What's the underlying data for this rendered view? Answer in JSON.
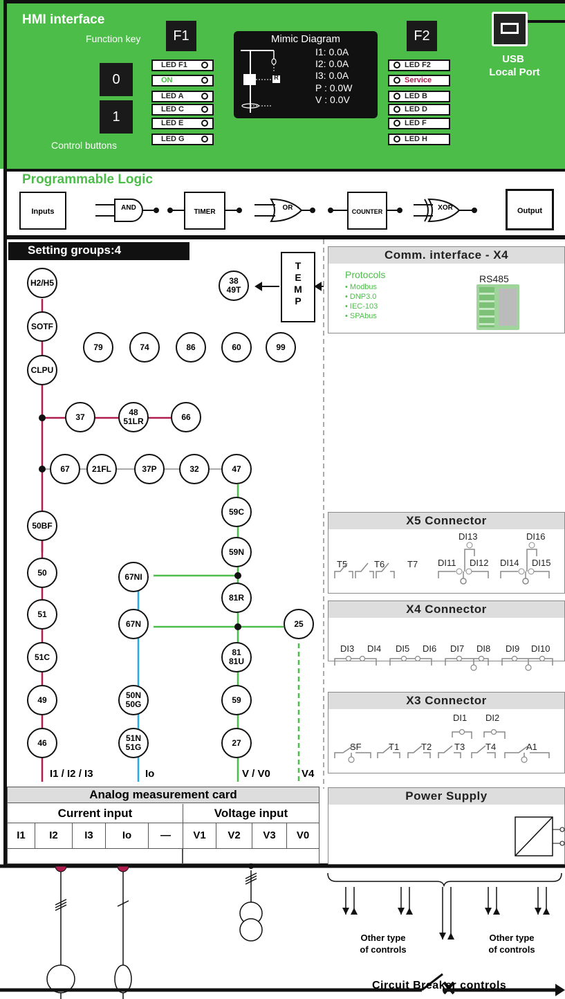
{
  "colors": {
    "green": "#4cbd48",
    "dark": "#111111",
    "crimson": "#b01e4e",
    "blue": "#27a9e1",
    "gray": "#aaaaaa",
    "service": "#b01e4e"
  },
  "hmi": {
    "title": "HMI interface",
    "function_key_label": "Function key",
    "f1": "F1",
    "f2": "F2",
    "control_buttons_label": "Control buttons",
    "button_0": "0",
    "button_1": "1",
    "leds_left": [
      "LED F1",
      "ON",
      "LED A",
      "LED C",
      "LED E",
      "LED G"
    ],
    "leds_right": [
      "LED F2",
      "Service",
      "LED B",
      "LED D",
      "LED F",
      "LED H"
    ],
    "mimic": {
      "title": "Mimic Diagram",
      "values": [
        "I1: 0.0A",
        "I2: 0.0A",
        "I3: 0.0A",
        "P : 0.0W",
        "V : 0.0V"
      ],
      "breaker_tag": "R"
    },
    "usb_label_1": "USB",
    "usb_label_2": "Local Port"
  },
  "prog_logic": {
    "title": "Programmable Logic",
    "inputs": "Inputs",
    "and": "AND",
    "timer": "TIMER",
    "or": "OR",
    "counter": "COUNTER",
    "xor": "XOR",
    "output": "Output"
  },
  "setting_groups": "Setting groups:4",
  "temp_letters": [
    "T",
    "E",
    "M",
    "P"
  ],
  "nodes": {
    "h2h5": "H2/H5",
    "sotf": "SOTF",
    "clpu": "CLPU",
    "n79": "79",
    "n74": "74",
    "n86": "86",
    "n60": "60",
    "n99": "99",
    "n3849t": [
      "38",
      "49T"
    ],
    "n37": "37",
    "n4851lr": [
      "48",
      "51LR"
    ],
    "n66": "66",
    "n67": "67",
    "n21fl": "21FL",
    "n37p": "37P",
    "n32": "32",
    "n47": "47",
    "n59c": "59C",
    "n50bf": "50BF",
    "n59n": "59N",
    "n50": "50",
    "n67ni": "67NI",
    "n81r": "81R",
    "n51": "51",
    "n67n": "67N",
    "n25": "25",
    "n51c": "51C",
    "n8181u": [
      "81",
      "81U"
    ],
    "n49": "49",
    "n50n50g": [
      "50N",
      "50G"
    ],
    "n59": "59",
    "n46": "46",
    "n51n51g": [
      "51N",
      "51G"
    ],
    "n27": "27"
  },
  "bus_labels": {
    "i": "I1 / I2 / I3",
    "io": "Io",
    "v": "V / V0",
    "v4": "V4"
  },
  "comm": {
    "title": "Comm. interface - X4",
    "protocols": "Protocols",
    "list": [
      "• Modbus",
      "• DNP3.0",
      "• IEC-103",
      "• SPAbus"
    ],
    "rs485": "RS485"
  },
  "x5": {
    "title": "X5 Connector",
    "labels": [
      "T5",
      "T6",
      "T7",
      "DI11",
      "DI12",
      "DI13",
      "DI14",
      "DI15",
      "DI16"
    ]
  },
  "x4": {
    "title": "X4 Connector",
    "labels": [
      "DI3",
      "DI4",
      "DI5",
      "DI6",
      "DI7",
      "DI8",
      "DI9",
      "DI10"
    ]
  },
  "x3": {
    "title": "X3 Connector",
    "labels": [
      "SF",
      "T1",
      "T2",
      "T3",
      "T4",
      "A1",
      "DI1",
      "DI2"
    ]
  },
  "power": {
    "title": "Power Supply"
  },
  "amc": {
    "title": "Analog measurement card",
    "current": "Current input",
    "voltage": "Voltage input",
    "cells": [
      "I1",
      "I2",
      "I3",
      "Io",
      "—",
      "V1",
      "V2",
      "V3",
      "V0"
    ]
  },
  "bottom": {
    "other1_a": "Other type",
    "other1_b": "of controls",
    "other2_a": "Other type",
    "other2_b": "of controls",
    "cb": "Circuit Breaker controls"
  }
}
